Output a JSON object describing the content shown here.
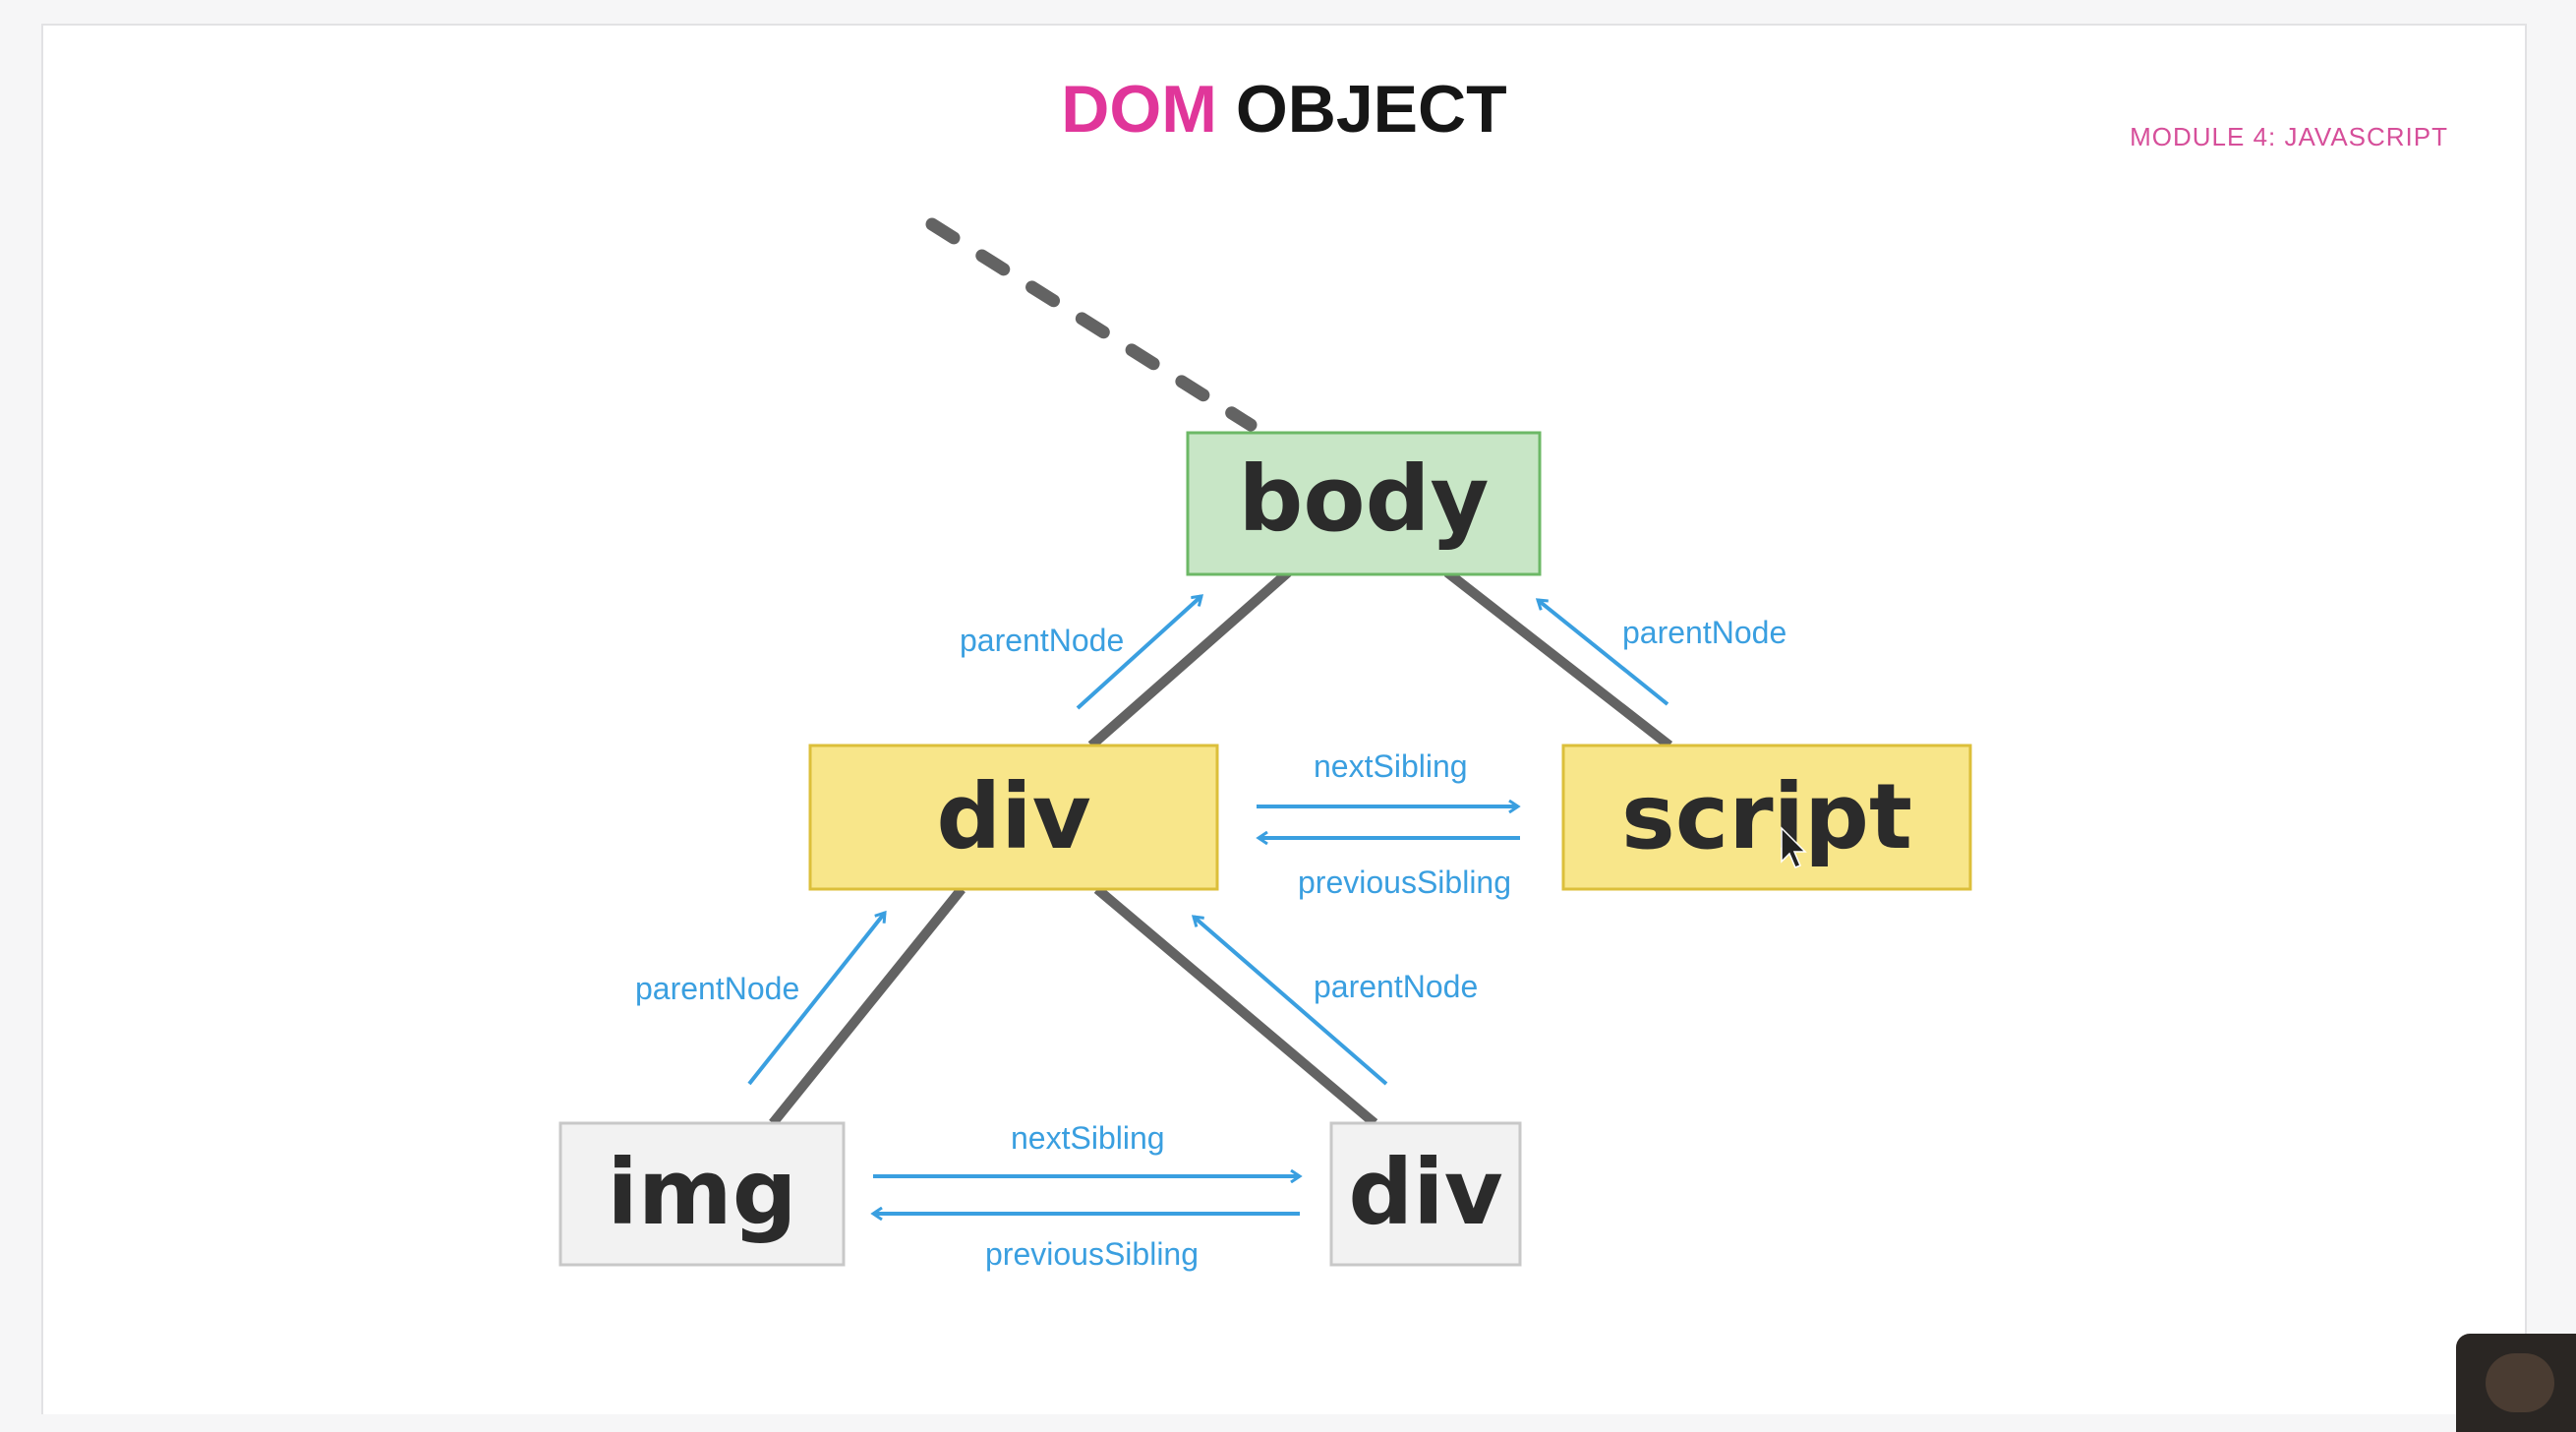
{
  "header": {
    "title_accent": "DOM",
    "title_main": "OBJECT",
    "module_label": "MODULE 4: JAVASCRIPT"
  },
  "diagram": {
    "nodes": {
      "body": "body",
      "div_parent": "div",
      "script": "script",
      "img": "img",
      "div_child": "div"
    },
    "relations": {
      "div_to_body_parent": "parentNode",
      "script_to_body_parent": "parentNode",
      "div_next": "nextSibling",
      "script_prev": "previousSibling",
      "img_to_div_parent": "parentNode",
      "child_div_to_div_parent": "parentNode",
      "img_next": "nextSibling",
      "child_div_prev": "previousSibling"
    },
    "colors": {
      "body_fill": "#c8e6c6",
      "body_border": "#6cb866",
      "yellow_fill": "#f8e68a",
      "yellow_border": "#dcbf3a",
      "gray_fill": "#f2f2f2",
      "gray_border": "#c8c8c8",
      "edge": "#636363",
      "arrow": "#3a9fe0"
    }
  }
}
